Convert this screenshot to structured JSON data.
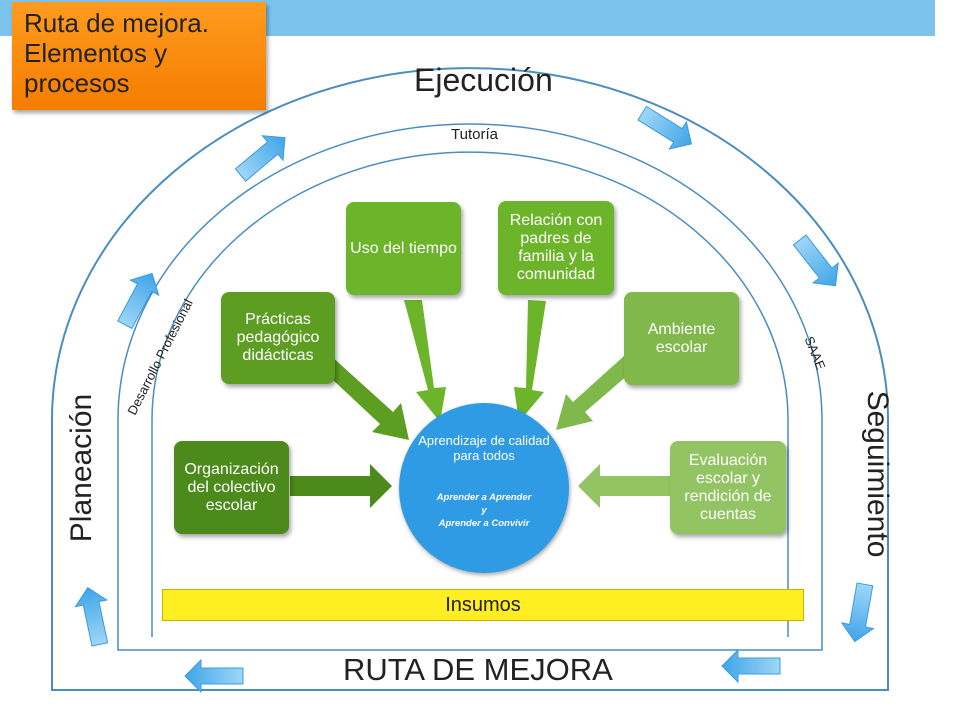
{
  "title_box": {
    "line1": "Ruta de mejora.",
    "line2": "Elementos y",
    "line3": "procesos"
  },
  "labels": {
    "ejecucion": "Ejecución",
    "tutoria": "Tutoría",
    "planeacion": "Planeación",
    "desarrollo": "Desarrollo Profesional",
    "seguimiento": "Seguimiento",
    "saae": "SAAE",
    "ruta": "RUTA DE MEJORA",
    "insumos": "Insumos"
  },
  "boxes": {
    "organizacion": "Organización del colectivo escolar",
    "practicas": "Prácticas pedagógico didácticas",
    "uso": "Uso del tiempo",
    "relacion": "Relación con padres de familia y la comunidad",
    "ambiente": "Ambiente escolar",
    "evaluacion": "Evaluación escolar y rendición de cuentas"
  },
  "center": {
    "main": "Aprendizaje de calidad para todos",
    "line1": "Aprender a Aprender",
    "line2": "y",
    "line3": "Aprender a Convivir"
  },
  "colors": {
    "accent_orange": "#f47d00",
    "header_blue": "#7cc4ee",
    "arrow_blue": "#5db5ec",
    "center_blue": "#2f9be5",
    "insumos_yellow": "#ffee22",
    "green_dark": "#4c8a1c",
    "green_mid": "#6cb42a",
    "green_light": "#93c463"
  }
}
